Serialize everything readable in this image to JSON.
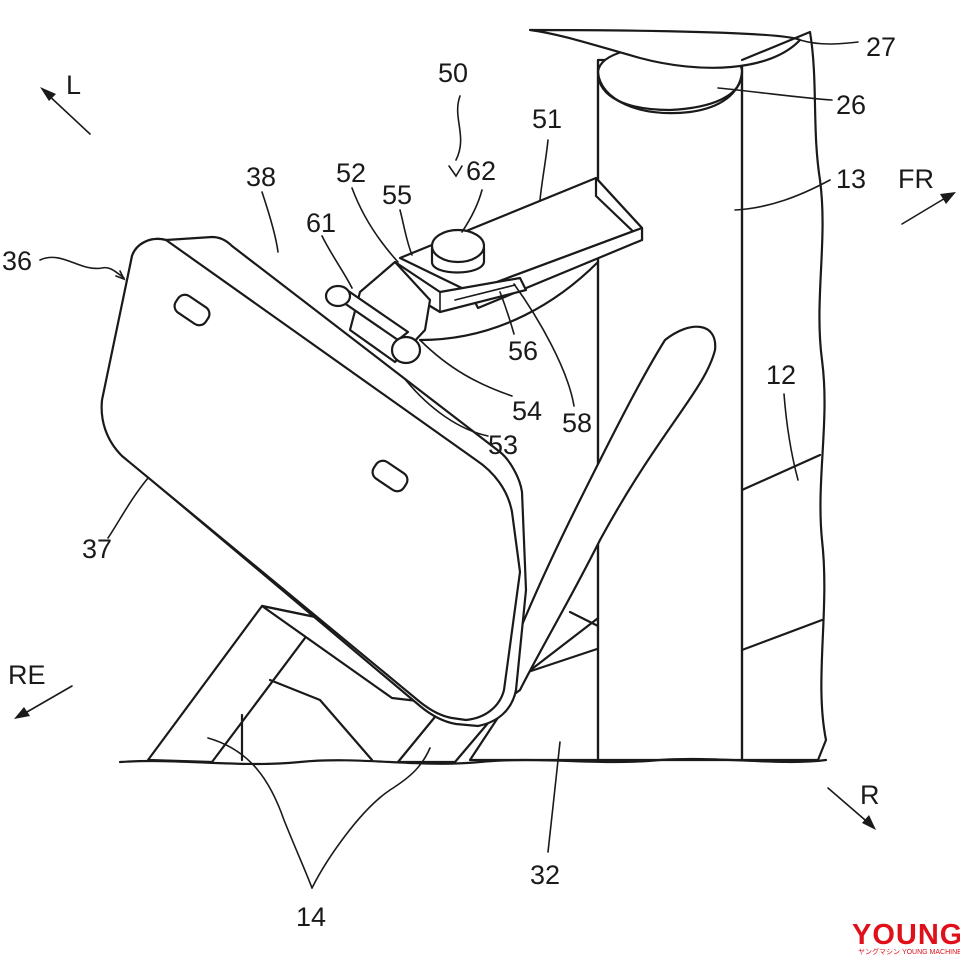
{
  "diagram": {
    "reference_numerals": [
      "27",
      "26",
      "13",
      "12",
      "50",
      "51",
      "62",
      "52",
      "55",
      "61",
      "38",
      "36",
      "56",
      "58",
      "54",
      "53",
      "37",
      "14",
      "32"
    ],
    "direction_labels": {
      "left": "L",
      "front": "FR",
      "rear": "RE",
      "right": "R"
    }
  },
  "watermark": {
    "text": "YOUNG",
    "subtext": "ヤングマシン YOUNG MACHINE"
  },
  "colors": {
    "line": "#1a1a1a",
    "background": "#ffffff",
    "watermark": "#e0101a"
  }
}
